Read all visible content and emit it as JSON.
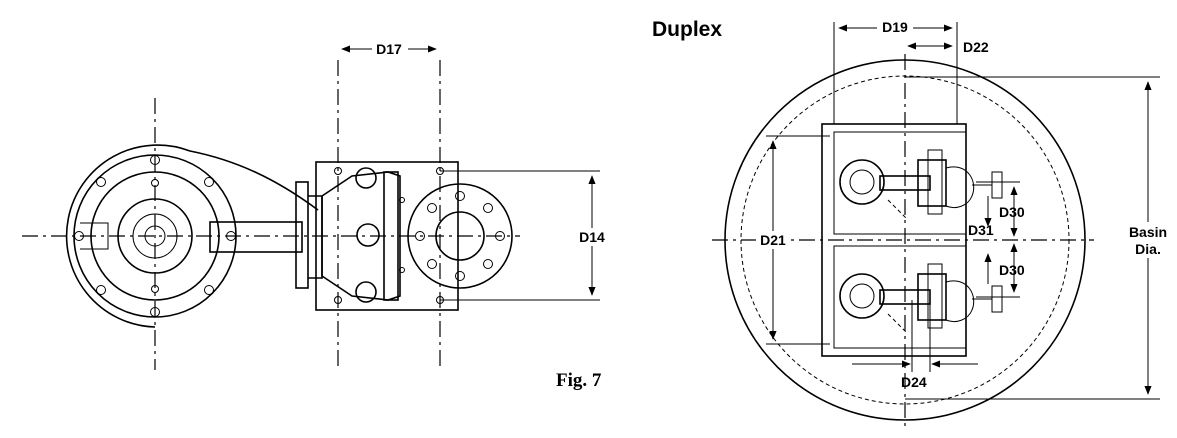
{
  "figure": {
    "caption": "Fig. 7",
    "duplex_title": "Duplex"
  },
  "left_view": {
    "dimensions": {
      "d17": "D17",
      "d14": "D14"
    }
  },
  "right_view": {
    "dimensions": {
      "d19": "D19",
      "d22": "D22",
      "d21": "D21",
      "d30_top": "D30",
      "d31": "D31",
      "d30_bottom": "D30",
      "d24": "D24",
      "basin_line1": "Basin",
      "basin_line2": "Dia."
    }
  }
}
